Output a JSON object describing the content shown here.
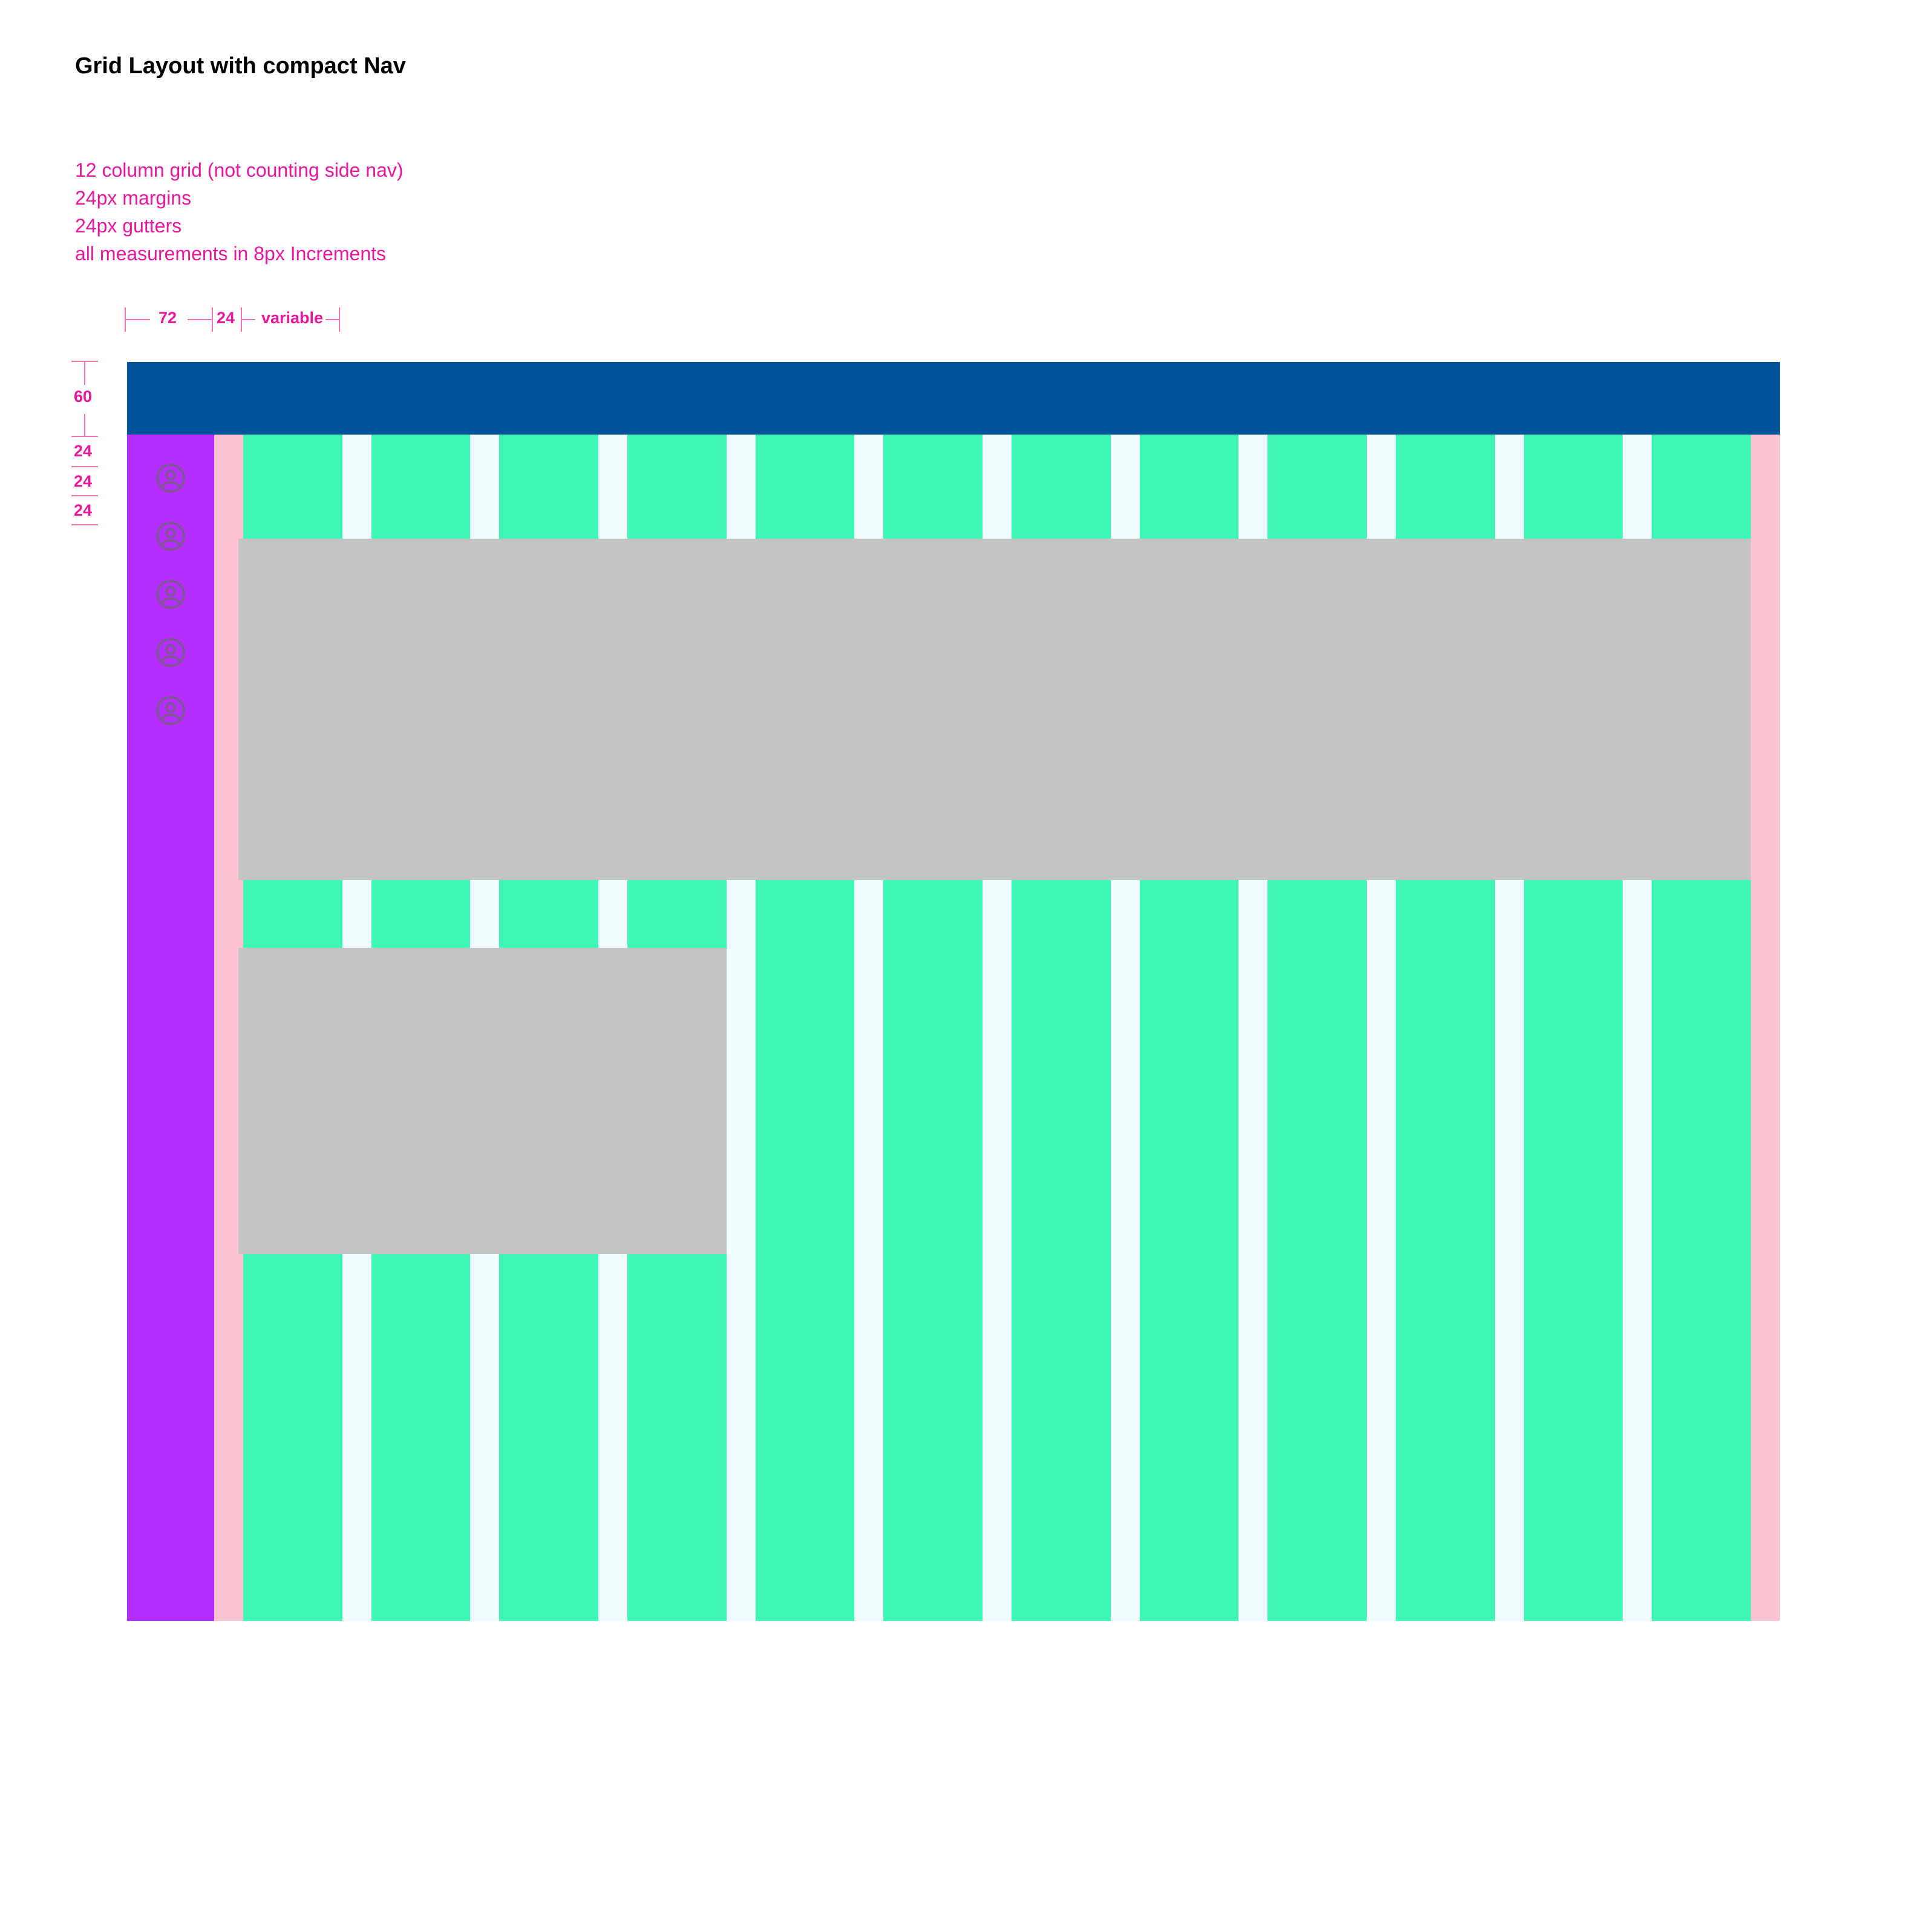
{
  "title": "Grid Layout with compact Nav",
  "notes": [
    "12 column grid (not counting side nav)",
    "24px margins",
    "24px gutters",
    "all measurements in 8px Increments"
  ],
  "measurements": {
    "nav_width": "72",
    "margin": "24",
    "column": "variable",
    "header_height": "60",
    "spacing": [
      "24",
      "24",
      "24"
    ]
  },
  "colors": {
    "header": "#00549b",
    "side_nav": "#b62eff",
    "margin": "#fec3d0",
    "column": "#3ef7b4",
    "gutter": "#eefcfd",
    "content_block": "#c4c4c4",
    "annotation": "#e8179b",
    "nav_icon": "#7a5a8a"
  },
  "columns": 12,
  "side_nav": {
    "icons": [
      "user-circle-icon",
      "user-circle-icon",
      "user-circle-icon",
      "user-circle-icon",
      "user-circle-icon"
    ]
  },
  "content_blocks": [
    {
      "name": "full-width-block",
      "column_span": 12
    },
    {
      "name": "four-column-block",
      "column_span": 4
    }
  ]
}
